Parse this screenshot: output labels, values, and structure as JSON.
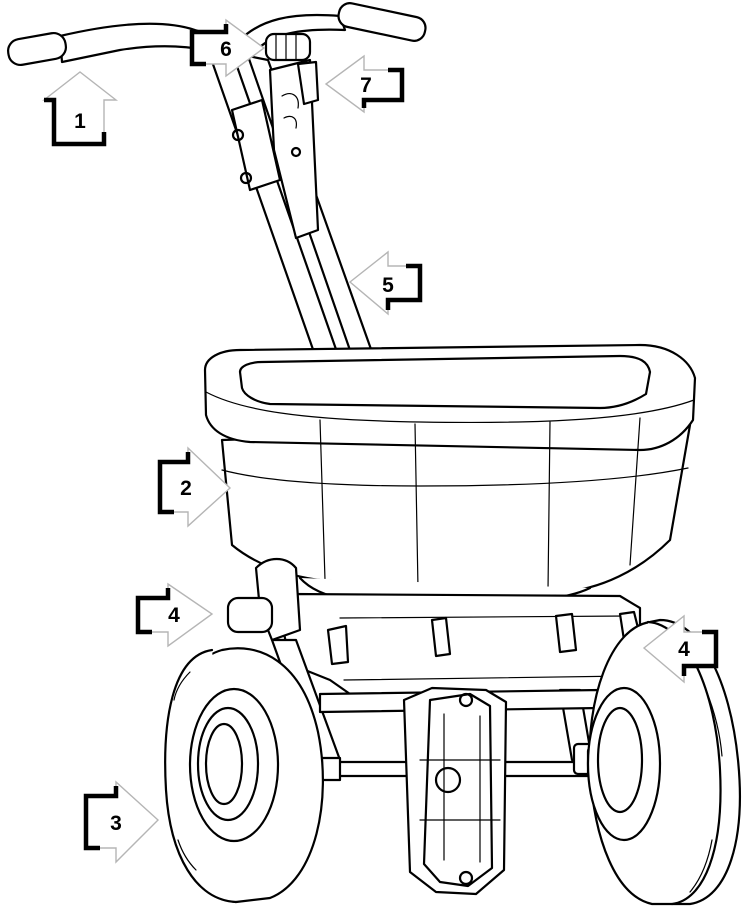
{
  "diagram": {
    "callouts": [
      {
        "id": "1",
        "label": "1"
      },
      {
        "id": "2",
        "label": "2"
      },
      {
        "id": "3",
        "label": "3"
      },
      {
        "id": "4a",
        "label": "4"
      },
      {
        "id": "4b",
        "label": "4"
      },
      {
        "id": "5",
        "label": "5"
      },
      {
        "id": "6",
        "label": "6"
      },
      {
        "id": "7",
        "label": "7"
      }
    ]
  }
}
